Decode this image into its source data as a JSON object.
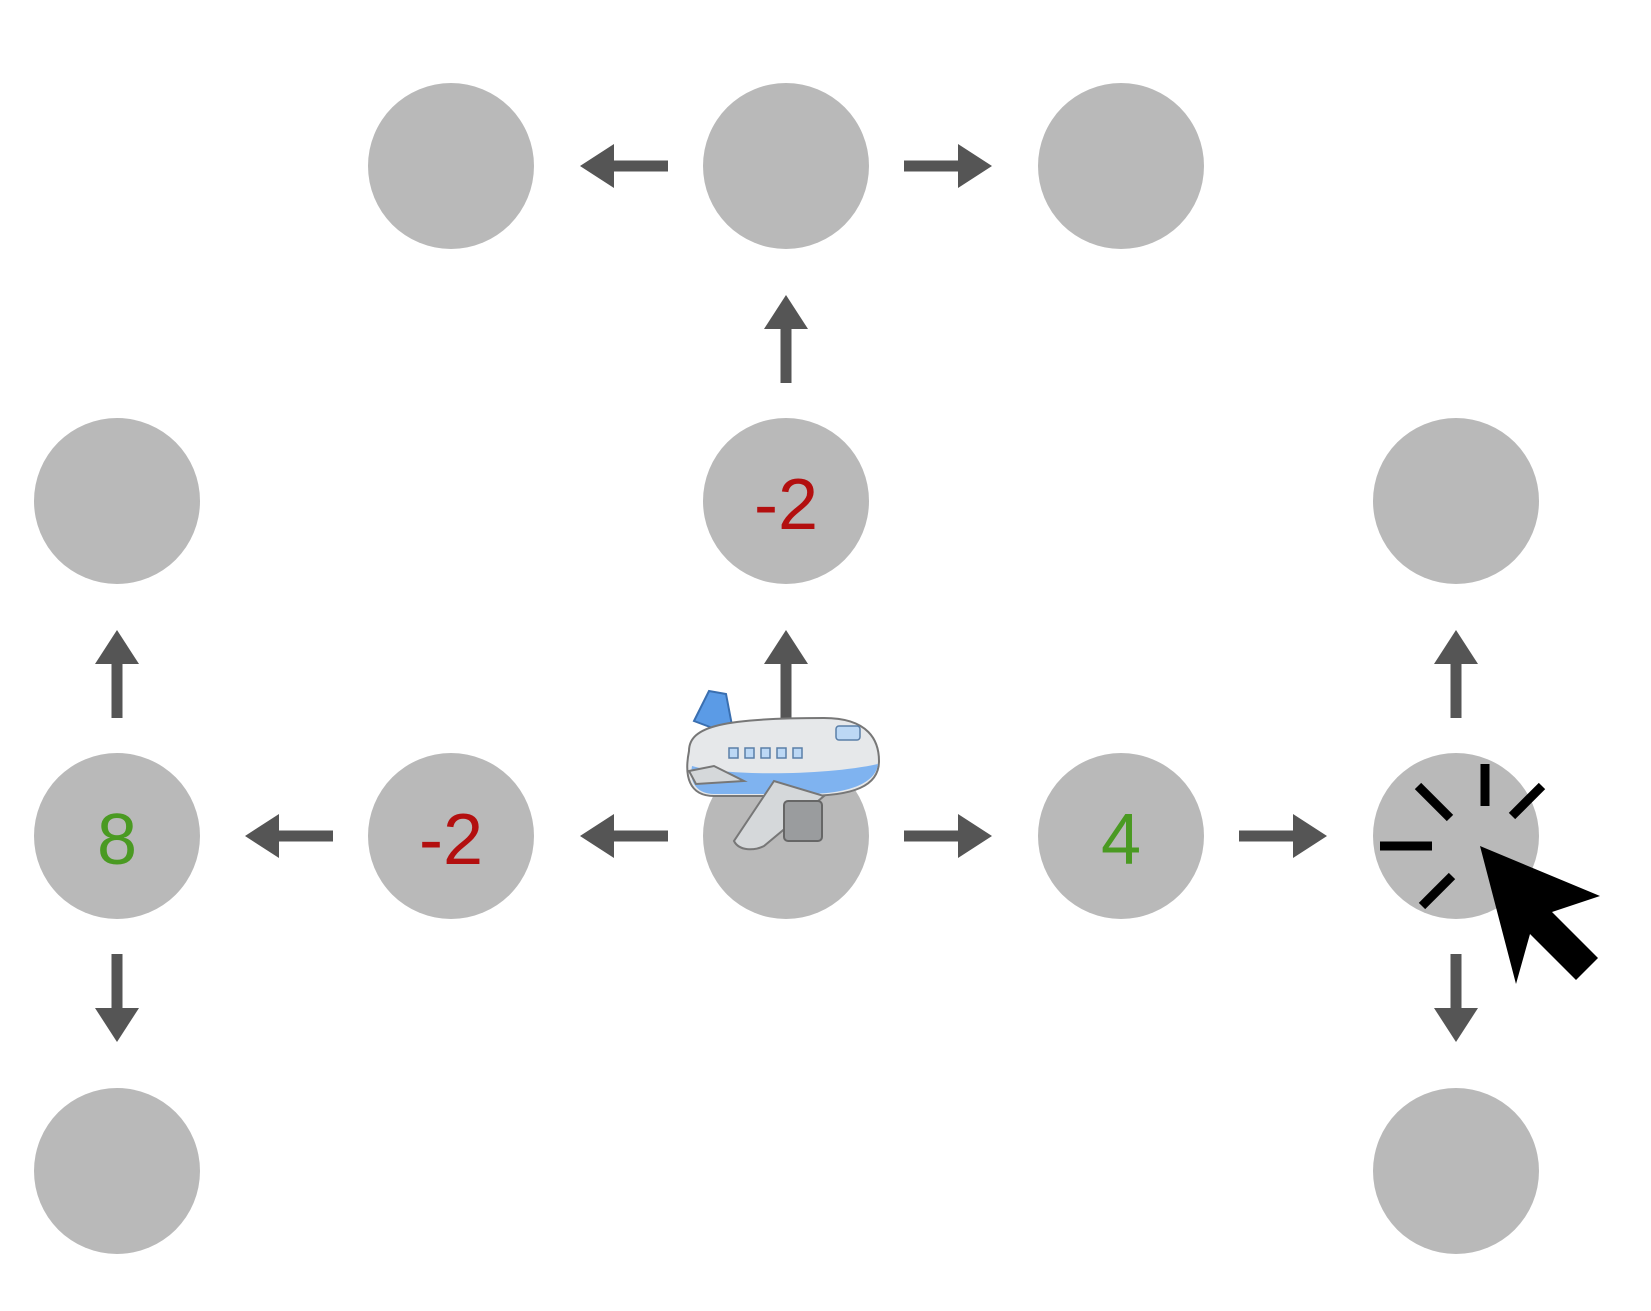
{
  "colors": {
    "node": "#b9b9b9",
    "arrow": "#555555",
    "positive": "#4a9a22",
    "negative": "#b30f0f",
    "cursor": "#000000"
  },
  "nodes": [
    {
      "id": "top-left",
      "value": ""
    },
    {
      "id": "top-center",
      "value": ""
    },
    {
      "id": "top-right",
      "value": ""
    },
    {
      "id": "mid-left",
      "value": ""
    },
    {
      "id": "mid-center",
      "value": "-2",
      "sign": "negative"
    },
    {
      "id": "mid-right",
      "value": ""
    },
    {
      "id": "row-far-left",
      "value": "8",
      "sign": "positive"
    },
    {
      "id": "row-left",
      "value": "-2",
      "sign": "negative"
    },
    {
      "id": "start",
      "value": ""
    },
    {
      "id": "row-right",
      "value": "4",
      "sign": "positive"
    },
    {
      "id": "row-far-right",
      "value": ""
    },
    {
      "id": "bottom-left",
      "value": ""
    },
    {
      "id": "bottom-right",
      "value": ""
    }
  ],
  "edges": [
    {
      "from": "top-center",
      "to": "top-left"
    },
    {
      "from": "top-center",
      "to": "top-right"
    },
    {
      "from": "mid-center",
      "to": "top-center"
    },
    {
      "from": "start",
      "to": "mid-center"
    },
    {
      "from": "start",
      "to": "row-left"
    },
    {
      "from": "start",
      "to": "row-right"
    },
    {
      "from": "row-left",
      "to": "row-far-left"
    },
    {
      "from": "row-far-left",
      "to": "mid-left"
    },
    {
      "from": "row-far-left",
      "to": "bottom-left"
    },
    {
      "from": "row-right",
      "to": "row-far-right"
    },
    {
      "from": "row-far-right",
      "to": "mid-right"
    },
    {
      "from": "row-far-right",
      "to": "bottom-right"
    }
  ],
  "player": {
    "icon": "airplane-icon",
    "at": "start"
  },
  "cursor": {
    "icon": "mouse-pointer-click-icon",
    "at": "row-far-right"
  }
}
